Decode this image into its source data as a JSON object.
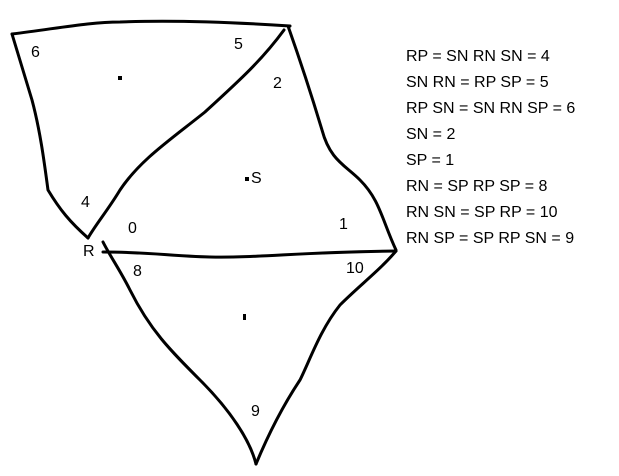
{
  "diagram": {
    "region_labels": {
      "r0": "0",
      "r1": "1",
      "r2": "2",
      "r4": "4",
      "r5": "5",
      "r6": "6",
      "r8": "8",
      "r9": "9",
      "r10": "10"
    },
    "point_labels": {
      "R": "R",
      "S": "S"
    },
    "line_color": "#000000"
  },
  "equations": [
    "RP = SN RN SN = 4",
    "SN RN = RP SP = 5",
    "RP SN = SN RN SP = 6",
    "SN = 2",
    "SP = 1",
    "RN = SP RP SP = 8",
    "RN SN = SP RP = 10",
    "RN SP = SP RP SN = 9"
  ]
}
